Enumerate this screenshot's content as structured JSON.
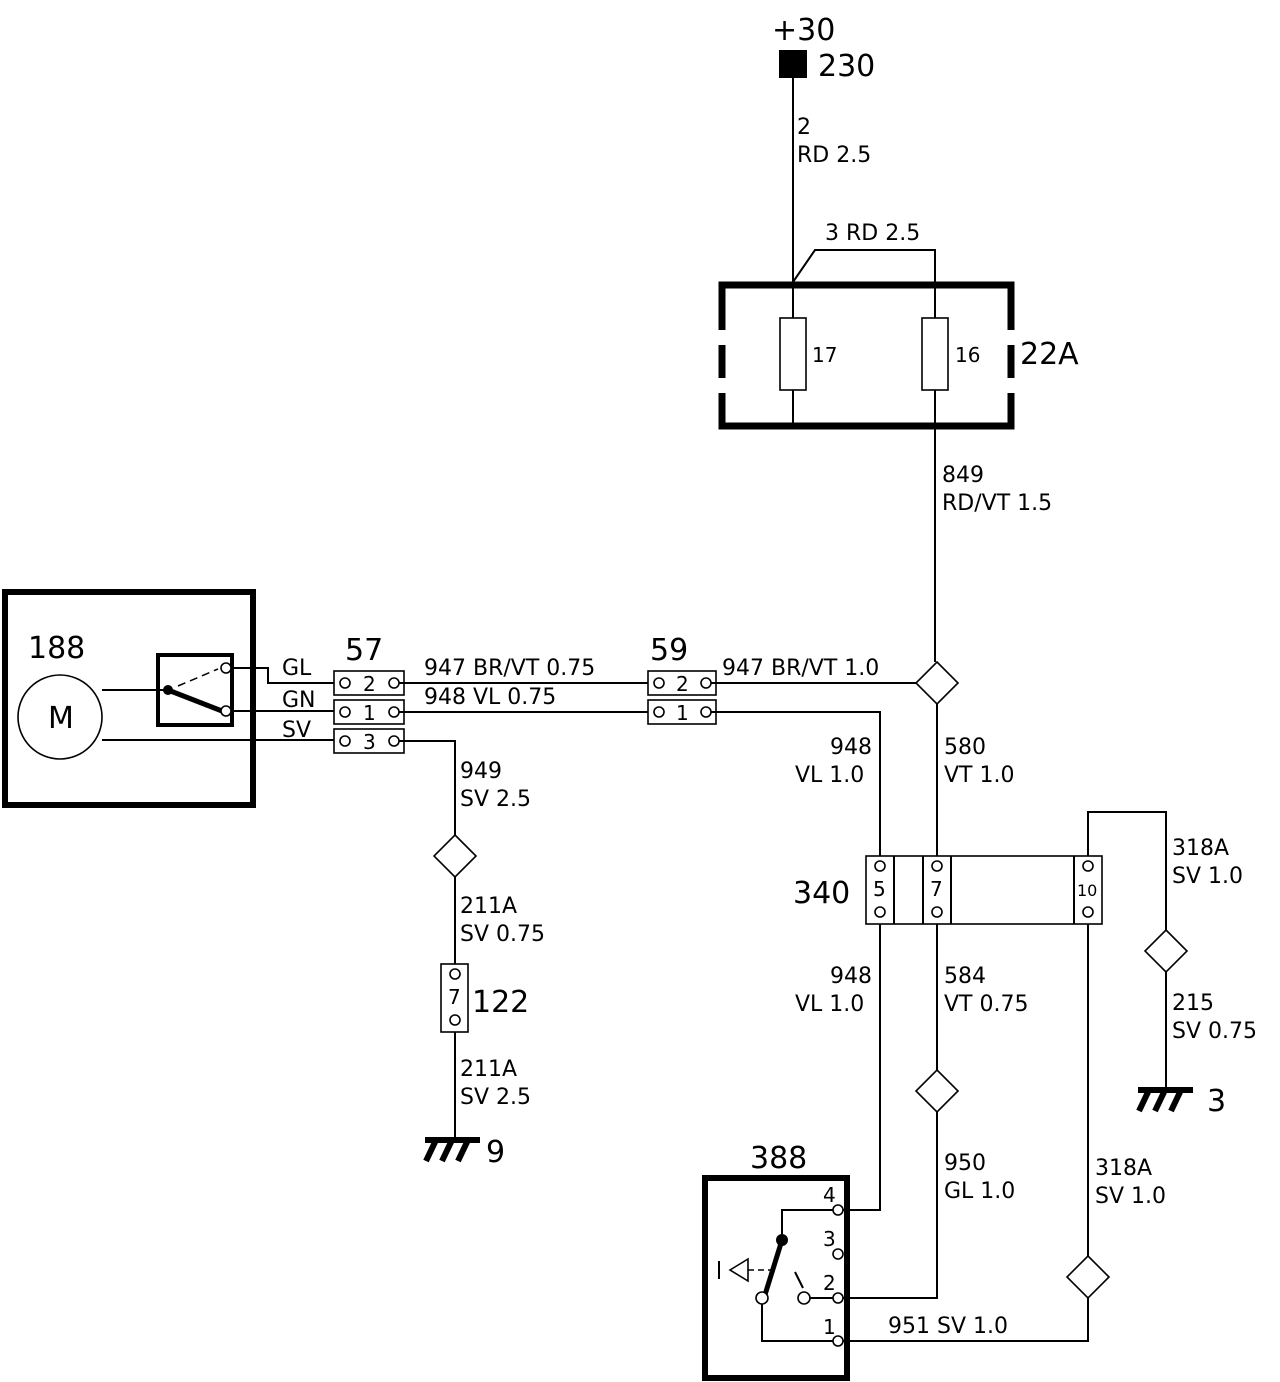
{
  "supply": {
    "terminal": "+30",
    "node": "230"
  },
  "fuse_box": {
    "id": "22A",
    "fuses": [
      {
        "number": "17"
      },
      {
        "number": "16"
      }
    ]
  },
  "components": {
    "motor_unit": {
      "id": "188",
      "motor_symbol": "M"
    },
    "connector_57": {
      "id": "57",
      "pins": [
        "2",
        "1",
        "3"
      ]
    },
    "connector_59": {
      "id": "59",
      "pins": [
        "2",
        "1"
      ]
    },
    "connector_340": {
      "id": "340",
      "pins": [
        "5",
        "7",
        "10"
      ]
    },
    "connector_122": {
      "id": "122",
      "pin": "7"
    },
    "switch_388": {
      "id": "388",
      "pins": [
        "4",
        "3",
        "2",
        "1"
      ]
    }
  },
  "grounds": {
    "left": "9",
    "right": "3"
  },
  "motor_leads": {
    "gl": "GL",
    "gn": "GN",
    "sv": "SV"
  },
  "wires": {
    "w2": {
      "num": "2",
      "spec": "RD 2.5"
    },
    "w3": {
      "label": "3 RD 2.5"
    },
    "w849": {
      "num": "849",
      "spec": "RD/VT 1.5"
    },
    "w947a": {
      "label": "947 BR/VT 0.75"
    },
    "w948a": {
      "label": "948 VL 0.75"
    },
    "w947b": {
      "label": "947 BR/VT 1.0"
    },
    "w949": {
      "num": "949",
      "spec": "SV 2.5"
    },
    "w211a1": {
      "num": "211A",
      "spec": "SV 0.75"
    },
    "w211a2": {
      "num": "211A",
      "spec": "SV 2.5"
    },
    "w948b": {
      "num": "948",
      "spec": "VL 1.0"
    },
    "w580": {
      "num": "580",
      "spec": "VT 1.0"
    },
    "w318a1": {
      "num": "318A",
      "spec": "SV 1.0"
    },
    "w948c": {
      "num": "948",
      "spec": "VL 1.0"
    },
    "w584": {
      "num": "584",
      "spec": "VT 0.75"
    },
    "w215": {
      "num": "215",
      "spec": "SV 0.75"
    },
    "w950": {
      "num": "950",
      "spec": "GL 1.0"
    },
    "w318a2": {
      "num": "318A",
      "spec": "SV 1.0"
    },
    "w951": {
      "label": "951 SV 1.0"
    }
  }
}
